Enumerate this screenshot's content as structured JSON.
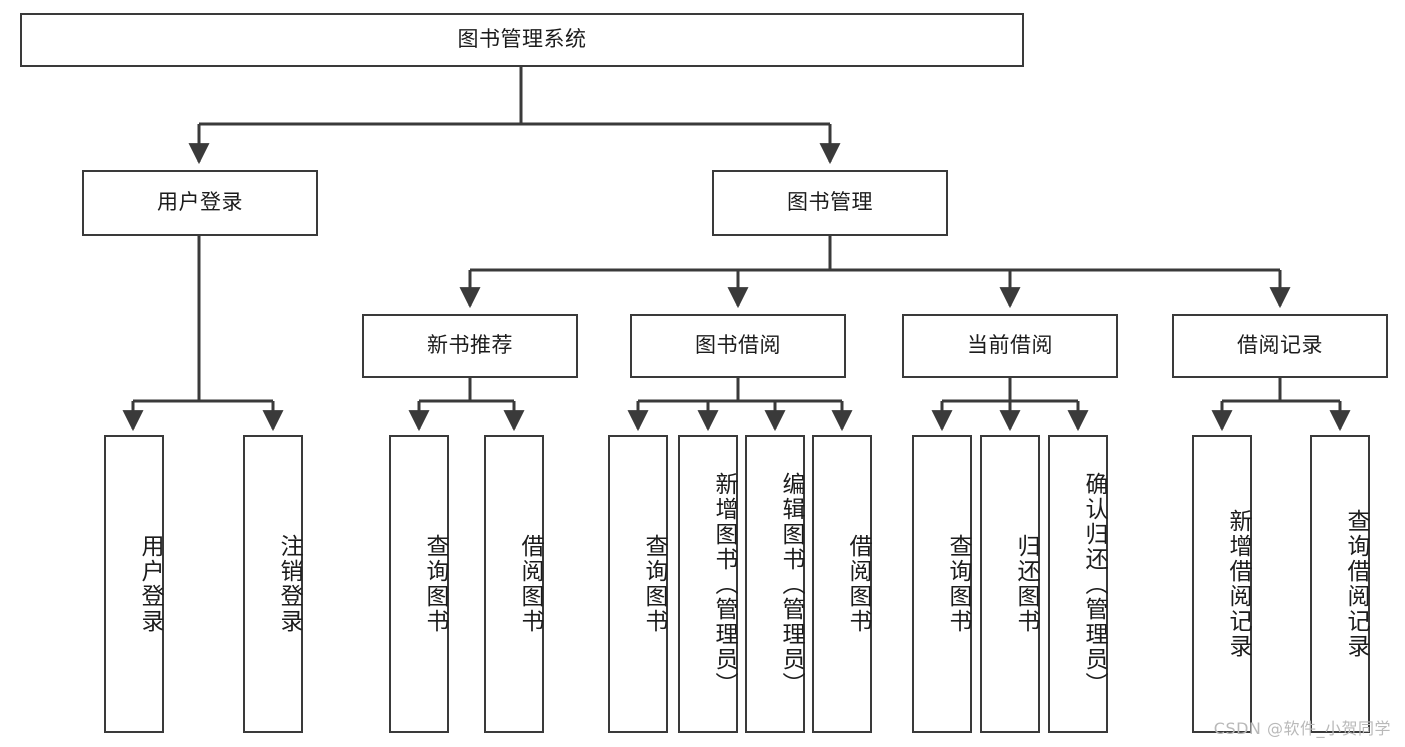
{
  "diagram": {
    "title": "图书管理系统",
    "watermark": "CSDN @软件_小贺同学",
    "stroke_color": "#3a3a3a",
    "fill_color": "#ffffff",
    "text_color": "#1c1c1c",
    "nodes": {
      "root": "图书管理系统",
      "level2": {
        "user_login": "用户登录",
        "book_manage": "图书管理"
      },
      "level3": {
        "new_book_rec": "新书推荐",
        "book_borrow": "图书借阅",
        "current_borrow": "当前借阅",
        "borrow_record": "借阅记录"
      },
      "leaves": {
        "user_login_1": "用户登录",
        "user_login_2": "注销登录",
        "new_book_rec_1": "查询图书",
        "new_book_rec_2": "借阅图书",
        "book_borrow_1": "查询图书",
        "book_borrow_2": "新增图书（管理员）",
        "book_borrow_3": "编辑图书（管理员）",
        "book_borrow_4": "借阅图书",
        "current_borrow_1": "查询图书",
        "current_borrow_2": "归还图书",
        "current_borrow_3": "确认归还（管理员）",
        "borrow_record_1": "新增借阅记录",
        "borrow_record_2": "查询借阅记录"
      }
    },
    "edges": [
      {
        "from": "root",
        "to": "user_login"
      },
      {
        "from": "root",
        "to": "book_manage"
      },
      {
        "from": "book_manage",
        "to": "new_book_rec"
      },
      {
        "from": "book_manage",
        "to": "book_borrow"
      },
      {
        "from": "book_manage",
        "to": "current_borrow"
      },
      {
        "from": "book_manage",
        "to": "borrow_record"
      },
      {
        "from": "user_login",
        "to": "user_login_1"
      },
      {
        "from": "user_login",
        "to": "user_login_2"
      },
      {
        "from": "new_book_rec",
        "to": "new_book_rec_1"
      },
      {
        "from": "new_book_rec",
        "to": "new_book_rec_2"
      },
      {
        "from": "book_borrow",
        "to": "book_borrow_1"
      },
      {
        "from": "book_borrow",
        "to": "book_borrow_2"
      },
      {
        "from": "book_borrow",
        "to": "book_borrow_3"
      },
      {
        "from": "book_borrow",
        "to": "book_borrow_4"
      },
      {
        "from": "current_borrow",
        "to": "current_borrow_1"
      },
      {
        "from": "current_borrow",
        "to": "current_borrow_2"
      },
      {
        "from": "current_borrow",
        "to": "current_borrow_3"
      },
      {
        "from": "borrow_record",
        "to": "borrow_record_1"
      },
      {
        "from": "borrow_record",
        "to": "borrow_record_2"
      }
    ]
  }
}
